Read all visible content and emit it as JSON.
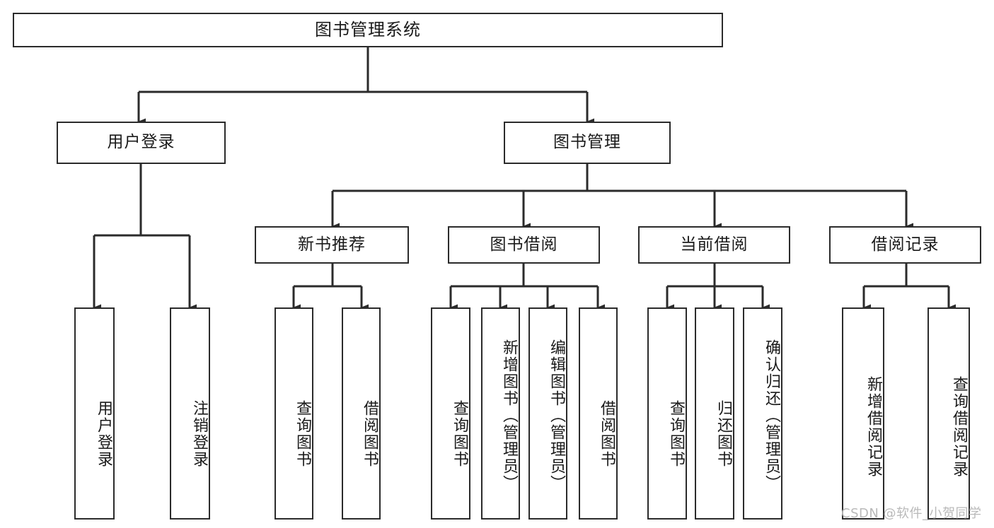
{
  "diagram": {
    "title": "图书管理系统",
    "type": "tree-hierarchy-chart",
    "root": {
      "label": "图书管理系统"
    },
    "level2": [
      {
        "label": "用户登录"
      },
      {
        "label": "图书管理"
      }
    ],
    "level3": [
      {
        "label": "新书推荐"
      },
      {
        "label": "图书借阅"
      },
      {
        "label": "当前借阅"
      },
      {
        "label": "借阅记录"
      }
    ],
    "leaves": {
      "user_login": [
        {
          "label": "用户登录"
        },
        {
          "label": "注销登录"
        }
      ],
      "new_book_recommend": [
        {
          "label": "查询图书"
        },
        {
          "label": "借阅图书"
        }
      ],
      "book_borrow": [
        {
          "label": "查询图书"
        },
        {
          "label": "新增图书（管理员）"
        },
        {
          "label": "编辑图书（管理员）"
        },
        {
          "label": "借阅图书"
        }
      ],
      "current_borrow": [
        {
          "label": "查询图书"
        },
        {
          "label": "归还图书"
        },
        {
          "label": "确认归还（管理员）"
        }
      ],
      "borrow_record": [
        {
          "label": "新增借阅记录"
        },
        {
          "label": "查询借阅记录"
        }
      ]
    }
  },
  "watermark": {
    "text": "CSDN @软件_小贺同学"
  },
  "colors": {
    "stroke": "#2b2b2b",
    "background": "#ffffff",
    "text": "#1a1a1a",
    "watermark": "#b9b9b9"
  }
}
